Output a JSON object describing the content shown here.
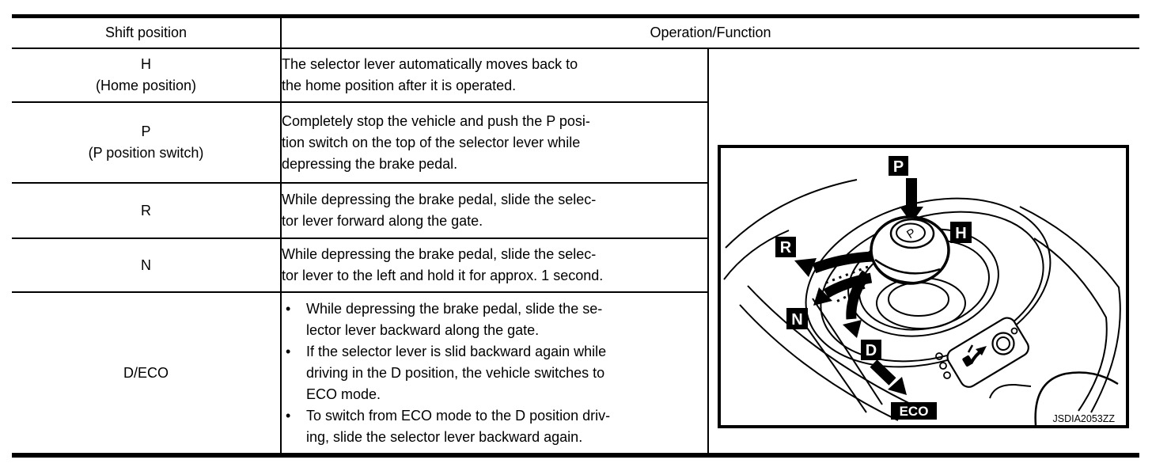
{
  "page": {
    "paper_color": "#ffffff",
    "ink_color": "#000000"
  },
  "table": {
    "headers": {
      "shift_position": "Shift position",
      "operation_function": "Operation/Function"
    },
    "rows": [
      {
        "position": "H\n(Home position)",
        "description": "The selector lever automatically moves back to\nthe home position after it is operated."
      },
      {
        "position": "P\n(P position switch)",
        "description": "Completely stop the vehicle and push the P posi-\ntion switch on the top of the selector lever while\ndepressing the brake pedal."
      },
      {
        "position": "R",
        "description": "While depressing the brake pedal, slide the selec-\ntor lever forward along the gate."
      },
      {
        "position": "N",
        "description": "While depressing the brake pedal, slide the selec-\ntor lever to the left and hold it for approx. 1 second."
      },
      {
        "position": "D/ECO",
        "bullet_char": "•",
        "bullets": [
          "While depressing the brake pedal, slide the se-\nlector lever backward along the gate.",
          "If the selector lever is slid backward again while\ndriving in the D position, the vehicle switches to\nECO mode.",
          "To switch from ECO mode to the D position driv-\ning, slide the selector lever backward again."
        ]
      }
    ]
  },
  "diagram": {
    "position_labels": {
      "p": "P",
      "h": "H",
      "r": "R",
      "n": "N",
      "d": "D",
      "eco": "ECO"
    },
    "knob_button_label": "P",
    "figure_code": "JSDIA2053ZZ"
  }
}
